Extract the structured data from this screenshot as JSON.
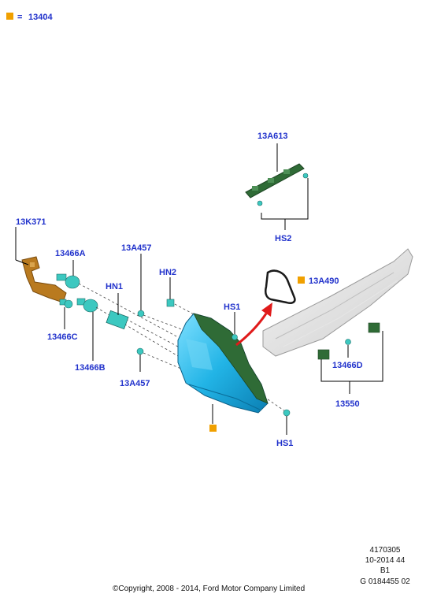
{
  "legend": {
    "symbol_color": "#f0a000",
    "equals": "=",
    "part": "13404"
  },
  "callouts": {
    "c13A613": "13A613",
    "cHS2": "HS2",
    "c13K371": "13K371",
    "c13466A": "13466A",
    "c13A457_top": "13A457",
    "cHN2": "HN2",
    "cHN1": "HN1",
    "cHS1_top": "HS1",
    "c13A490": "13A490",
    "c13466C": "13466C",
    "c13466B": "13466B",
    "c13A457_bottom": "13A457",
    "c13466D": "13466D",
    "c13550": "13550",
    "cHS1_bottom": "HS1"
  },
  "colors": {
    "callout_text": "#2233cc",
    "lamp_blue": "#22aadd",
    "bracket_green": "#2f6b36",
    "harness_brown": "#b97a1f",
    "connector_teal": "#3cc8c0",
    "arrow_red": "#e01a1a",
    "marker_orange": "#f0a000"
  },
  "footer": {
    "code_1": "4170305",
    "code_2": "10-2014 44",
    "code_3": "B1",
    "code_4": "G 0184455 02",
    "copyright": "©Copyright, 2008 - 2014, Ford Motor Company Limited"
  }
}
